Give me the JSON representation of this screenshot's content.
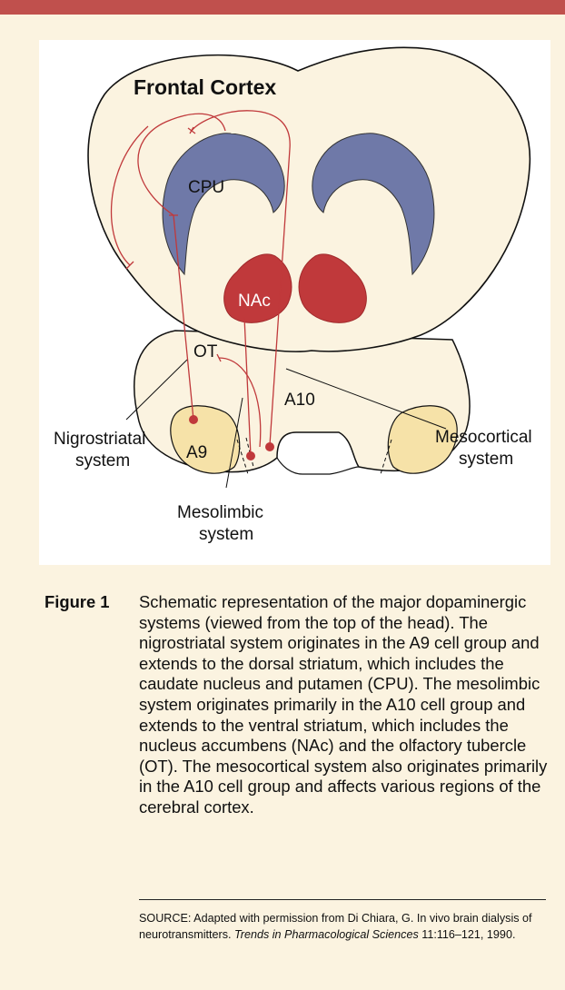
{
  "colors": {
    "page_background": "#fbf3e0",
    "top_bar": "#c0504d",
    "tissue": "#fbf3e0",
    "cpu_fill": "#6f79a8",
    "nac_fill": "#c0393b",
    "a9_fill": "#f6e2a8",
    "pathway": "#c0393b"
  },
  "diagram": {
    "labels": {
      "frontal_cortex": "Frontal Cortex",
      "cpu": "CPU",
      "nac": "NAc",
      "ot": "OT",
      "a10": "A10",
      "a9": "A9",
      "nigrostriatal_line1": "Nigrostriatal",
      "nigrostriatal_line2": "system",
      "mesolimbic_line1": "Mesolimbic",
      "mesolimbic_line2": "system",
      "mesocortical_line1": "Mesocortical",
      "mesocortical_line2": "system"
    }
  },
  "caption": {
    "label": "Figure 1",
    "text": "Schematic representation of the major dopaminergic systems (viewed from the top of the head). The nigrostriatal system originates in the A9 cell group and extends to the dorsal striatum, which includes the caudate nucleus and putamen (CPU). The mesolimbic system originates primarily in the A10 cell group and extends to the ventral striatum, which includes the nucleus accumbens (NAc) and the olfactory tubercle (OT). The mesocortical system also originates primarily in the A10 cell group and affects various regions of the cerebral cortex."
  },
  "source": {
    "prefix": "SOURCE: Adapted with permission from Di Chiara, G. In vivo brain dialysis of neurotransmitters. ",
    "journal": "Trends in Pharmacological Sciences",
    "suffix": " 11:116–121, 1990."
  }
}
